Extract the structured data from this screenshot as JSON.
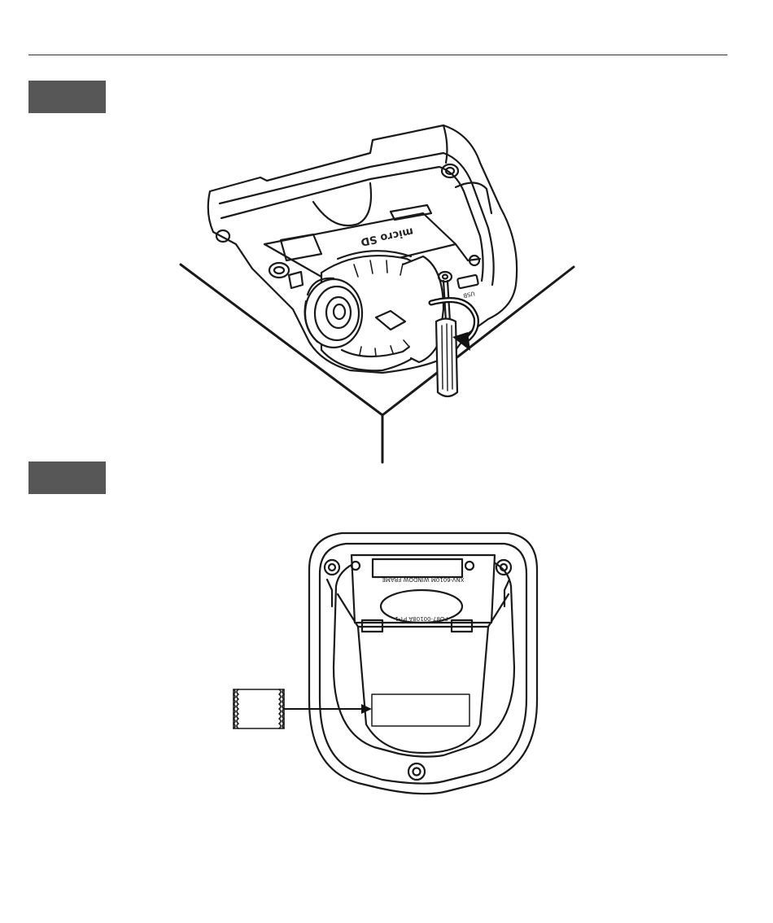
{
  "header": {
    "rule": true
  },
  "steps": [
    {
      "id": 1,
      "color": "#575757"
    },
    {
      "id": 2,
      "color": "#575757"
    }
  ],
  "figure1": {
    "logo_text": "micro SD",
    "usb_label": "USB",
    "icons": [
      "screwdriver-icon",
      "rotate-arrow-icon"
    ]
  },
  "figure2": {
    "label_line1": "XNV-6010M   WINDOW FRAME",
    "label_line2": "PO87-00108A   PT-1",
    "icons": [
      "pointer-arrow-icon",
      "spacer-roll-icon"
    ]
  },
  "colors": {
    "ink": "#1a1a1a",
    "step_box": "#575757",
    "background": "#ffffff"
  }
}
